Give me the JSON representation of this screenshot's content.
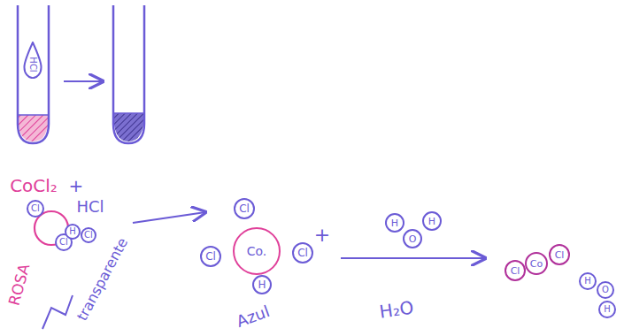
{
  "diagram": {
    "nodes": [
      {
        "text": [
          "HCl"
        ]
      },
      {
        "text": [
          "Cl"
        ]
      },
      {
        "text": [
          "Cl"
        ]
      },
      {
        "text": [
          "H"
        ]
      },
      {
        "text": [
          "Cl"
        ]
      },
      {
        "text": [
          "Cl"
        ]
      },
      {
        "text": [
          "Cl"
        ]
      },
      {
        "text": [
          "Co."
        ]
      },
      {
        "text": [
          "Cl"
        ]
      },
      {
        "text": [
          "H"
        ]
      },
      {
        "text": [
          "H"
        ]
      },
      {
        "text": [
          "O"
        ]
      },
      {
        "text": [
          "H"
        ]
      },
      {
        "text": [
          "Cl"
        ]
      },
      {
        "text": [
          "Co"
        ]
      },
      {
        "text": [
          "Cl"
        ]
      },
      {
        "text": [
          "H"
        ]
      },
      {
        "text": [
          "O"
        ]
      },
      {
        "text": [
          "H"
        ]
      }
    ],
    "labels": [
      "CoCl₂",
      "+",
      "HCl",
      "ROSA",
      "transparente",
      "Azul",
      "+",
      "H₂O"
    ]
  }
}
